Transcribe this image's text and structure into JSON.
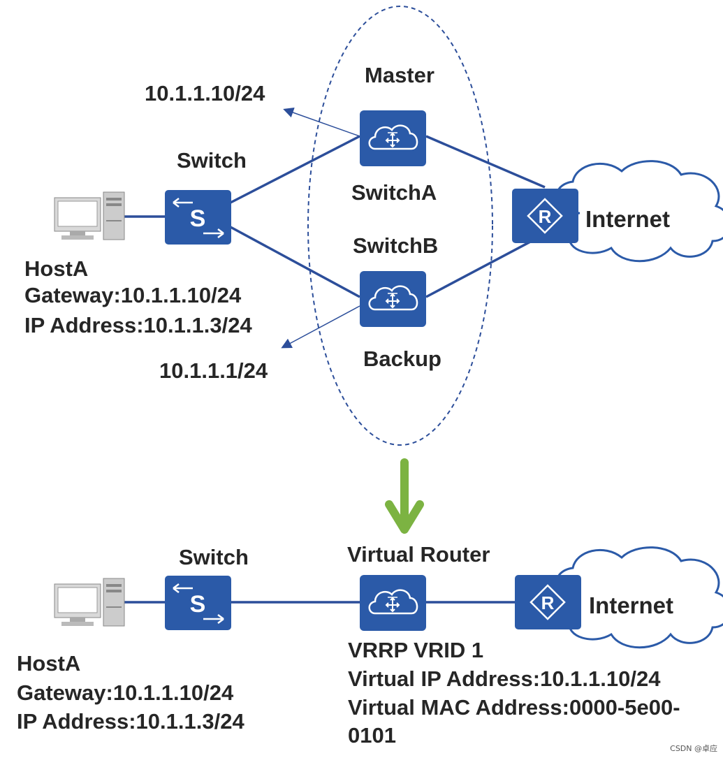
{
  "top": {
    "master_label": "Master",
    "backup_label": "Backup",
    "switch_label": "Switch",
    "switch_a_label": "SwitchA",
    "switch_b_label": "SwitchB",
    "internet_label": "Internet",
    "ip_a": "10.1.1.10/24",
    "ip_b": "10.1.1.1/24",
    "host": {
      "name": "HostA",
      "gateway": "Gateway:10.1.1.10/24",
      "ip": "IP Address:10.1.1.3/24"
    }
  },
  "bottom": {
    "switch_label": "Switch",
    "virtual_router_label": "Virtual Router",
    "internet_label": "Internet",
    "host": {
      "name": "HostA",
      "gateway": "Gateway:10.1.1.10/24",
      "ip": "IP Address:10.1.1.3/24"
    },
    "vrrp": {
      "vrid": "VRRP VRID 1",
      "virtual_ip": "Virtual IP Address:10.1.1.10/24",
      "virtual_mac_line1": "Virtual MAC Address:0000-5e00-",
      "virtual_mac_line2": "0101"
    }
  },
  "watermark": "CSDN @卓应",
  "colors": {
    "device_blue": "#2b5aa8",
    "link_blue": "#2c4e9a",
    "arrow_green": "#7cb342",
    "text": "#262626"
  }
}
